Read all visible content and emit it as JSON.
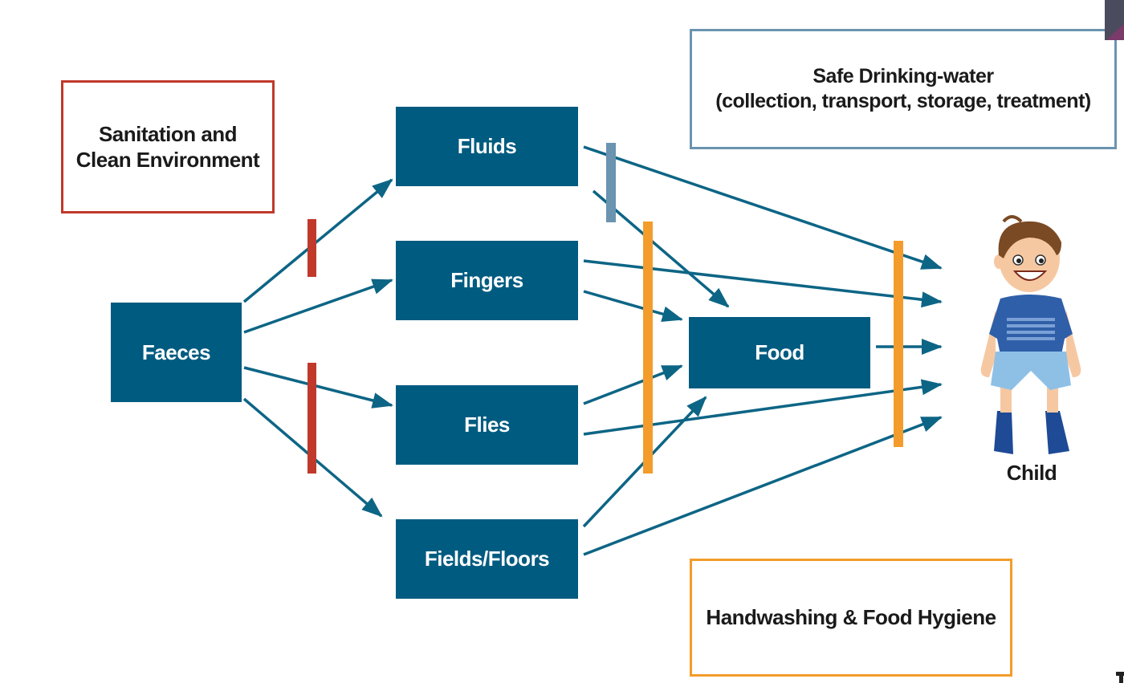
{
  "barriers": {
    "sanitation": {
      "lines": [
        "Sanitation and",
        "Clean Environment"
      ],
      "color": "#c0392b"
    },
    "water": {
      "lines": [
        "Safe Drinking-water",
        "(collection, transport, storage, treatment)"
      ],
      "color": "#6a94b0"
    },
    "hygiene": {
      "lines": [
        "Handwashing & Food Hygiene"
      ],
      "color": "#f39c2b"
    }
  },
  "nodes": {
    "faeces": "Faeces",
    "fluids": "Fluids",
    "fingers": "Fingers",
    "flies": "Flies",
    "fields": "Fields/Floors",
    "food": "Food"
  },
  "child": {
    "label": "Child"
  },
  "colors": {
    "node_fill": "#005b80",
    "arrow": "#0d6585",
    "shirt": "#2f5fa8",
    "shorts": "#8ec0e6",
    "skin": "#f6c8a2",
    "hair": "#7a4a24",
    "shoes": "#1e4a96"
  }
}
